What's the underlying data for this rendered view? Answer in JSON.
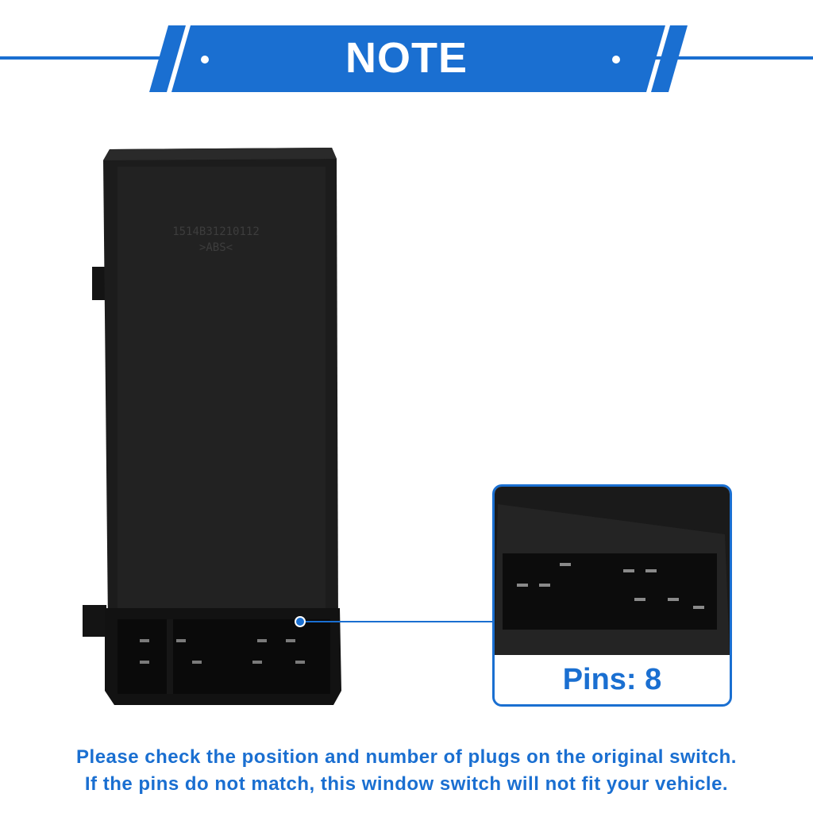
{
  "banner": {
    "title": "NOTE"
  },
  "product": {
    "part_number": "1514B31210112",
    "material": ">ABS<"
  },
  "inset": {
    "pins_label": "Pins: 8"
  },
  "footer": {
    "line1": "Please check the position and number of plugs on the original switch.",
    "line2": "If the pins do not match, this window switch will not fit your vehicle."
  },
  "colors": {
    "accent": "#1a6fd1",
    "product_body": "#1c1c1c",
    "background": "#ffffff"
  }
}
